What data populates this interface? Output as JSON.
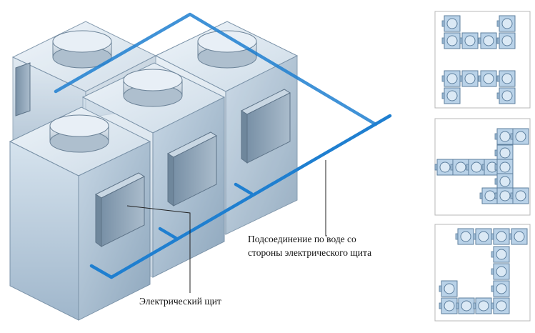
{
  "diagram": {
    "labels": {
      "panel": "Электрический щит",
      "water_line1": "Подсоединение по воде со",
      "water_line2": "стороны электрического щита"
    },
    "colors": {
      "pipe": "#1f7fd0",
      "unit_face_front": "#b4c8da",
      "unit_top": "#e4eef6",
      "unit_edge": "#6f879d",
      "fan": "#cfdbe6",
      "panel_box": "#8fa6ba",
      "tile": "#b9d2e8"
    },
    "layouts": [
      {
        "name": "layout-1",
        "shape": "two-rows"
      },
      {
        "name": "layout-2",
        "shape": "zigzag"
      },
      {
        "name": "layout-3",
        "shape": "u-shape"
      }
    ]
  }
}
